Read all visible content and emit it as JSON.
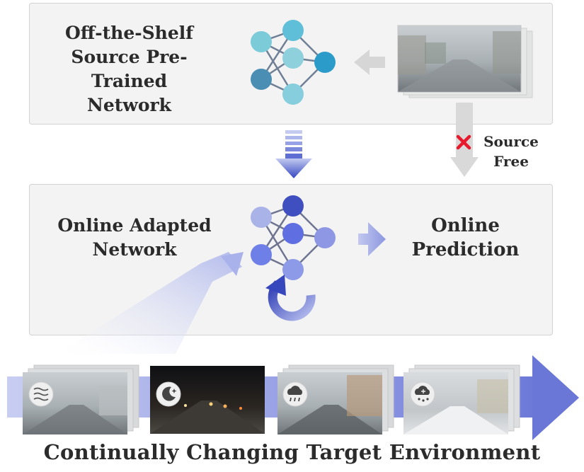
{
  "source_network": {
    "label": "Off-the-Shelf\nSource Pre-Trained\nNetwork",
    "node_colors": [
      "#7ccbd9",
      "#5fbfd8",
      "#8fd0dd",
      "#2b9cc9",
      "#4a8fb3",
      "#86cddd"
    ]
  },
  "adapted_network": {
    "label": "Online Adapted\nNetwork",
    "node_colors": [
      "#a9b3e8",
      "#3f4fbf",
      "#5f6ee0",
      "#8d97e3",
      "#6f7fe8",
      "#8d9ae8"
    ]
  },
  "prediction": {
    "label": "Online\nPrediction"
  },
  "source_free": {
    "label": "Source\nFree",
    "cross_color": "#e8192c"
  },
  "environment": {
    "title": "Continually Changing Target Environment",
    "conditions": [
      {
        "name": "fog",
        "icon": "fog-icon"
      },
      {
        "name": "night",
        "icon": "moon-star-icon"
      },
      {
        "name": "rain",
        "icon": "rain-cloud-icon"
      },
      {
        "name": "snow",
        "icon": "snow-cloud-icon"
      }
    ]
  },
  "colors": {
    "panel_background": "#f3f3f3",
    "arrow_gray": "#d6d6d6",
    "arrow_blue": "#4b5bd0",
    "arrow_light_blue": "#9aa4e4",
    "text": "#2b2b2b"
  }
}
